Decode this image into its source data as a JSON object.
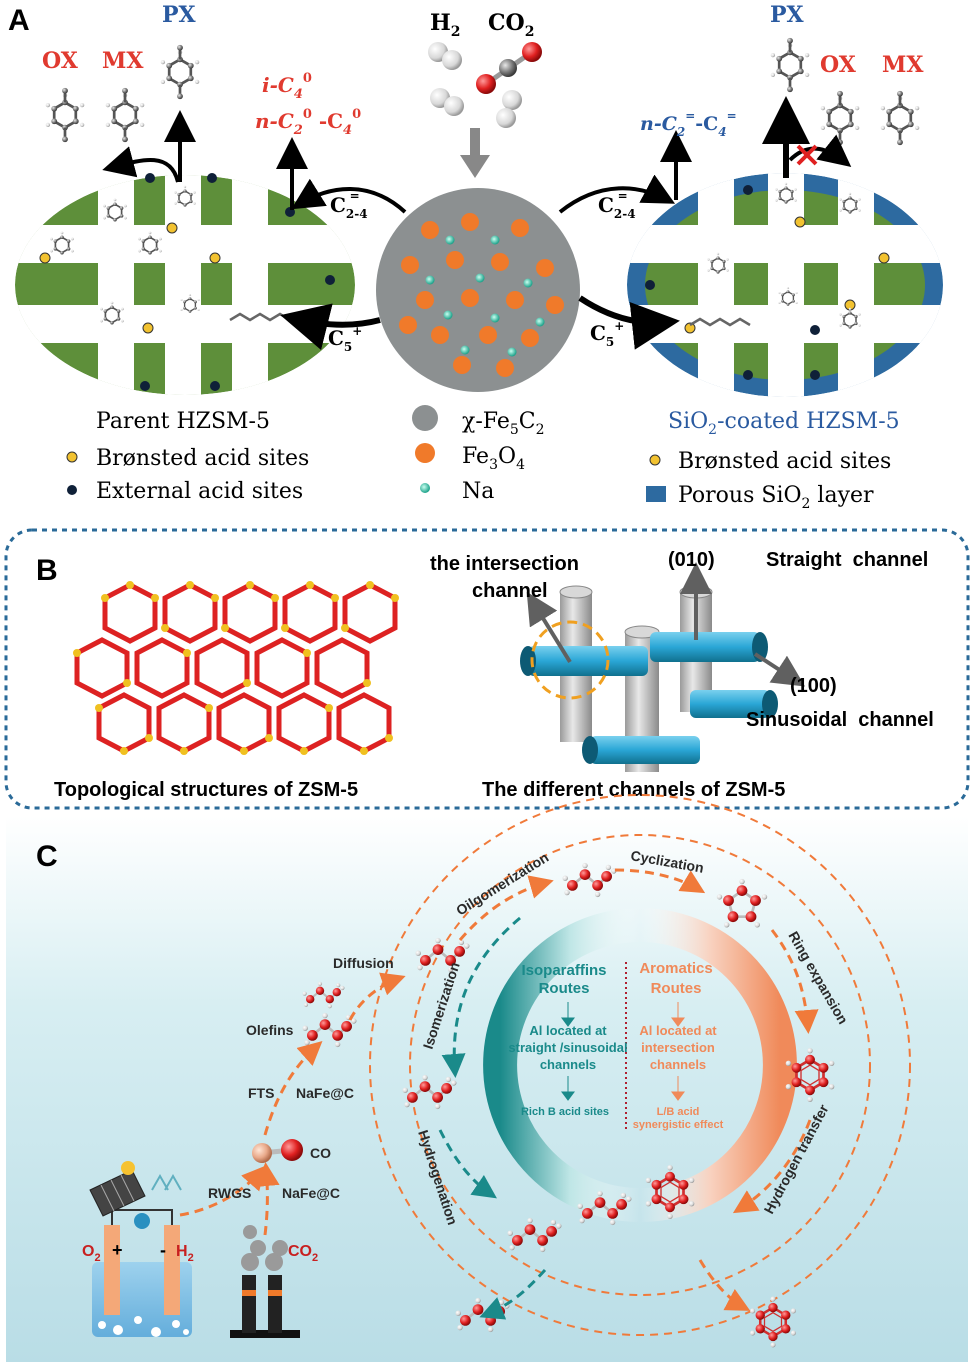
{
  "panel_a": {
    "letter": "A",
    "h2": "H",
    "h2_sub": "2",
    "co2": "CO",
    "co2_sub": "2",
    "left_px": "PX",
    "left_ox": "OX",
    "left_mx": "MX",
    "right_px": "PX",
    "right_ox": "OX",
    "right_mx": "MX",
    "i_c4_label": "i-C",
    "n_c2_c4_label": "n-C",
    "c2_4_left": "C",
    "c2_4_right": "C",
    "c5_left": "C",
    "c5_right": "C",
    "n_c2_c4_olefin": "n-C",
    "parent_label": "Parent HZSM-5",
    "left_legend_bronsted": "Brønsted acid sites",
    "left_legend_external": "External acid sites",
    "center_legend_fe5c2": "χ-Fe",
    "center_legend_fe3o4": "Fe",
    "center_legend_na": "Na",
    "sio2_label": "SiO",
    "sio2_label_rest": "-coated HZSM-5",
    "right_legend_bronsted": "Brønsted acid sites",
    "right_legend_porous": "Porous SiO",
    "right_legend_porous_rest": " layer",
    "colors": {
      "zeolite_green": "#5e8f3a",
      "sio2_blue": "#2d6aa0",
      "core_gray": "#8a8f90",
      "fe3o4_orange": "#f07a2a",
      "na_teal": "#2bb8a0",
      "bronsted_yellow": "#f2c230",
      "external_navy": "#0f2038",
      "red_label": "#e03a2f",
      "blue_label": "#2a5aa0"
    }
  },
  "panel_b": {
    "letter": "B",
    "topology_caption": "Topological structures of ZSM-5",
    "channels_caption": "The different channels of ZSM-5",
    "intersection_label_1": "the intersection",
    "intersection_label_2": "channel",
    "straight_dir": "(010)",
    "straight_label": "Straight  channel",
    "sinusoidal_dir": "(100)",
    "sinusoidal_label": "Sinusoidal  channel"
  },
  "panel_c": {
    "letter": "C",
    "o2": "O",
    "o2_sub": "2",
    "h2": "H",
    "h2_sub": "2",
    "plus": "+",
    "minus": "-",
    "co2": "CO",
    "co2_sub": "2",
    "rwgs": "RWGS",
    "nafe_c_1": "NaFe@C",
    "co": "CO",
    "fts": "FTS",
    "nafe_c_2": "NaFe@C",
    "olefins": "Olefins",
    "diffusion": "Diffusion",
    "oligomerization": "Oilgomerization",
    "isomerization": "Isomerization",
    "cyclization": "Cyclization",
    "ring_expansion": "Ring expansion",
    "hydrogen_transfer": "Hydrogen transfer",
    "hydrogenation": "Hydrogenation",
    "iso_routes_1": "Isoparaffins",
    "iso_routes_2": "Routes",
    "iso_al_1": "Al located at",
    "iso_al_2": "straight /sinusoidal",
    "iso_al_3": "channels",
    "iso_rich": "Rich B acid sites",
    "aro_routes_1": "Aromatics",
    "aro_routes_2": "Routes",
    "aro_al_1": "Al located at",
    "aro_al_2": "intersection",
    "aro_al_3": "channels",
    "aro_lb_1": "L/B acid",
    "aro_lb_2": "synergistic effect",
    "colors": {
      "teal": "#1a8a8a",
      "orange": "#f08a5a",
      "dash_orange": "#f07a3a"
    }
  }
}
